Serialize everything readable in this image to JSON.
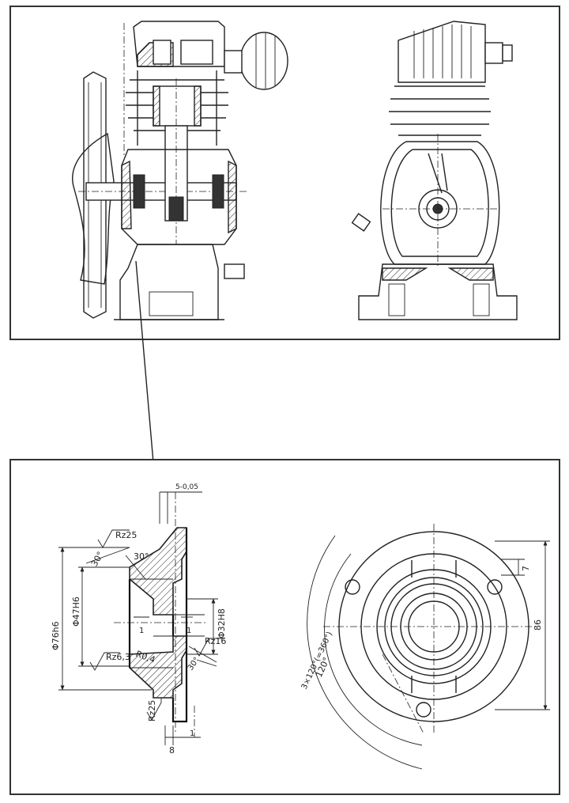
{
  "detail_drawing": {
    "dimensions": {
      "flange_width_tol": "5-0,05",
      "outer_diameter": "Φ76h6",
      "inner_diameter": "Φ47H6",
      "bore_diameter": "Φ32H8",
      "thickness": "8",
      "offset": "1",
      "pcd": "86",
      "hole_size": "7",
      "radius": "R0,4"
    },
    "angles": {
      "chamfer_left": "30°",
      "chamfer_top": "30°",
      "chamfer_bore": "30°",
      "hole_spacing": "120°",
      "hole_pattern": "3×120°(=360°)"
    },
    "roughness": {
      "outer": "Rz25",
      "inner": "Rz6,3",
      "bore": "Rz16",
      "face": "Rz25"
    }
  }
}
